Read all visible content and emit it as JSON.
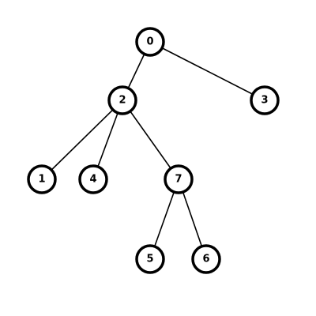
{
  "tree": {
    "nodes": [
      {
        "id": "n0",
        "label": "0"
      },
      {
        "id": "n2",
        "label": "2"
      },
      {
        "id": "n3",
        "label": "3"
      },
      {
        "id": "n1",
        "label": "1"
      },
      {
        "id": "n4",
        "label": "4"
      },
      {
        "id": "n7",
        "label": "7"
      },
      {
        "id": "n5",
        "label": "5"
      },
      {
        "id": "n6",
        "label": "6"
      }
    ],
    "edges": [
      {
        "from": "0",
        "to": "2"
      },
      {
        "from": "0",
        "to": "3"
      },
      {
        "from": "2",
        "to": "1"
      },
      {
        "from": "2",
        "to": "4"
      },
      {
        "from": "2",
        "to": "7"
      },
      {
        "from": "7",
        "to": "5"
      },
      {
        "from": "7",
        "to": "6"
      }
    ],
    "colors": {
      "node_fill": "#ffffff",
      "node_stroke": "#000000",
      "edge": "#000000",
      "text": "#000000"
    }
  }
}
